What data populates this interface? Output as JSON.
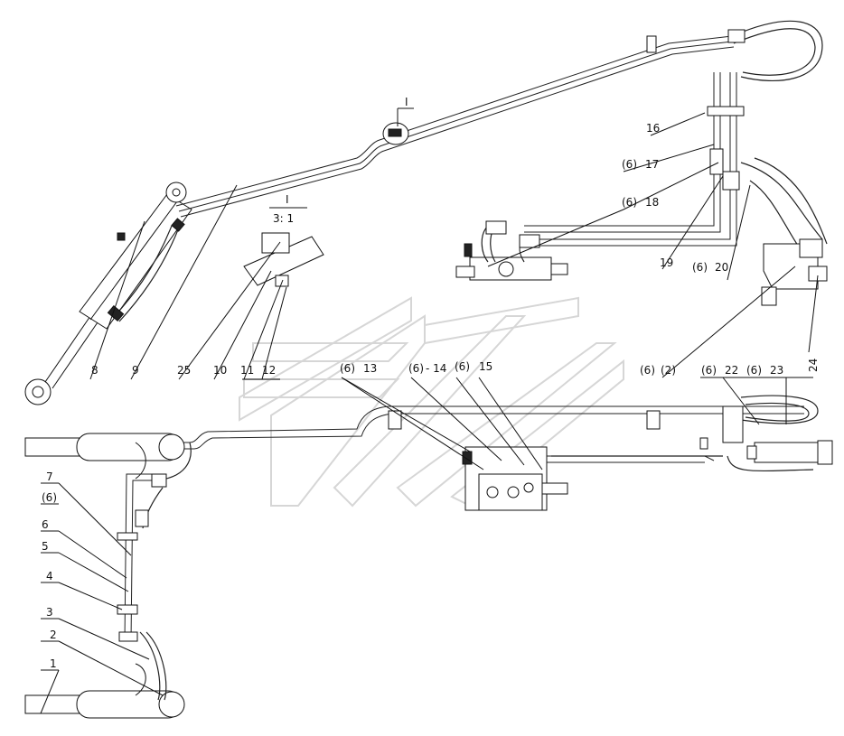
{
  "detail": {
    "mark": "I",
    "scale": "3: 1"
  },
  "callouts": [
    {
      "id": "c1",
      "text": "1"
    },
    {
      "id": "c2",
      "text": "2"
    },
    {
      "id": "c3",
      "text": "3"
    },
    {
      "id": "c4",
      "text": "4"
    },
    {
      "id": "c5",
      "text": "5"
    },
    {
      "id": "c6",
      "text": "6"
    },
    {
      "id": "c6b",
      "text": "(6)"
    },
    {
      "id": "c7",
      "text": "7"
    },
    {
      "id": "c8",
      "text": "8"
    },
    {
      "id": "c9",
      "text": "9"
    },
    {
      "id": "c25",
      "text": "25"
    },
    {
      "id": "c10",
      "text": "10"
    },
    {
      "id": "c11",
      "text": "11"
    },
    {
      "id": "c12",
      "text": "12"
    },
    {
      "id": "c13p",
      "text": "(6)"
    },
    {
      "id": "c13",
      "text": "13"
    },
    {
      "id": "c14p",
      "text": "(6)"
    },
    {
      "id": "c14",
      "text": "- 14"
    },
    {
      "id": "c15p",
      "text": "(6)"
    },
    {
      "id": "c15",
      "text": "15"
    },
    {
      "id": "c16",
      "text": "16"
    },
    {
      "id": "c17p",
      "text": "(6)"
    },
    {
      "id": "c17",
      "text": "17"
    },
    {
      "id": "c18p",
      "text": "(6)"
    },
    {
      "id": "c18",
      "text": "18"
    },
    {
      "id": "c19",
      "text": "19"
    },
    {
      "id": "c20p",
      "text": "(6)"
    },
    {
      "id": "c20",
      "text": "20"
    },
    {
      "id": "c2pp",
      "text": "(6)"
    },
    {
      "id": "c2p",
      "text": "(2)"
    },
    {
      "id": "c22p",
      "text": "(6)"
    },
    {
      "id": "c22",
      "text": "22"
    },
    {
      "id": "c23p",
      "text": "(6)"
    },
    {
      "id": "c23",
      "text": "23"
    },
    {
      "id": "c24",
      "text": "24"
    },
    {
      "id": "cI",
      "text": "I"
    }
  ]
}
